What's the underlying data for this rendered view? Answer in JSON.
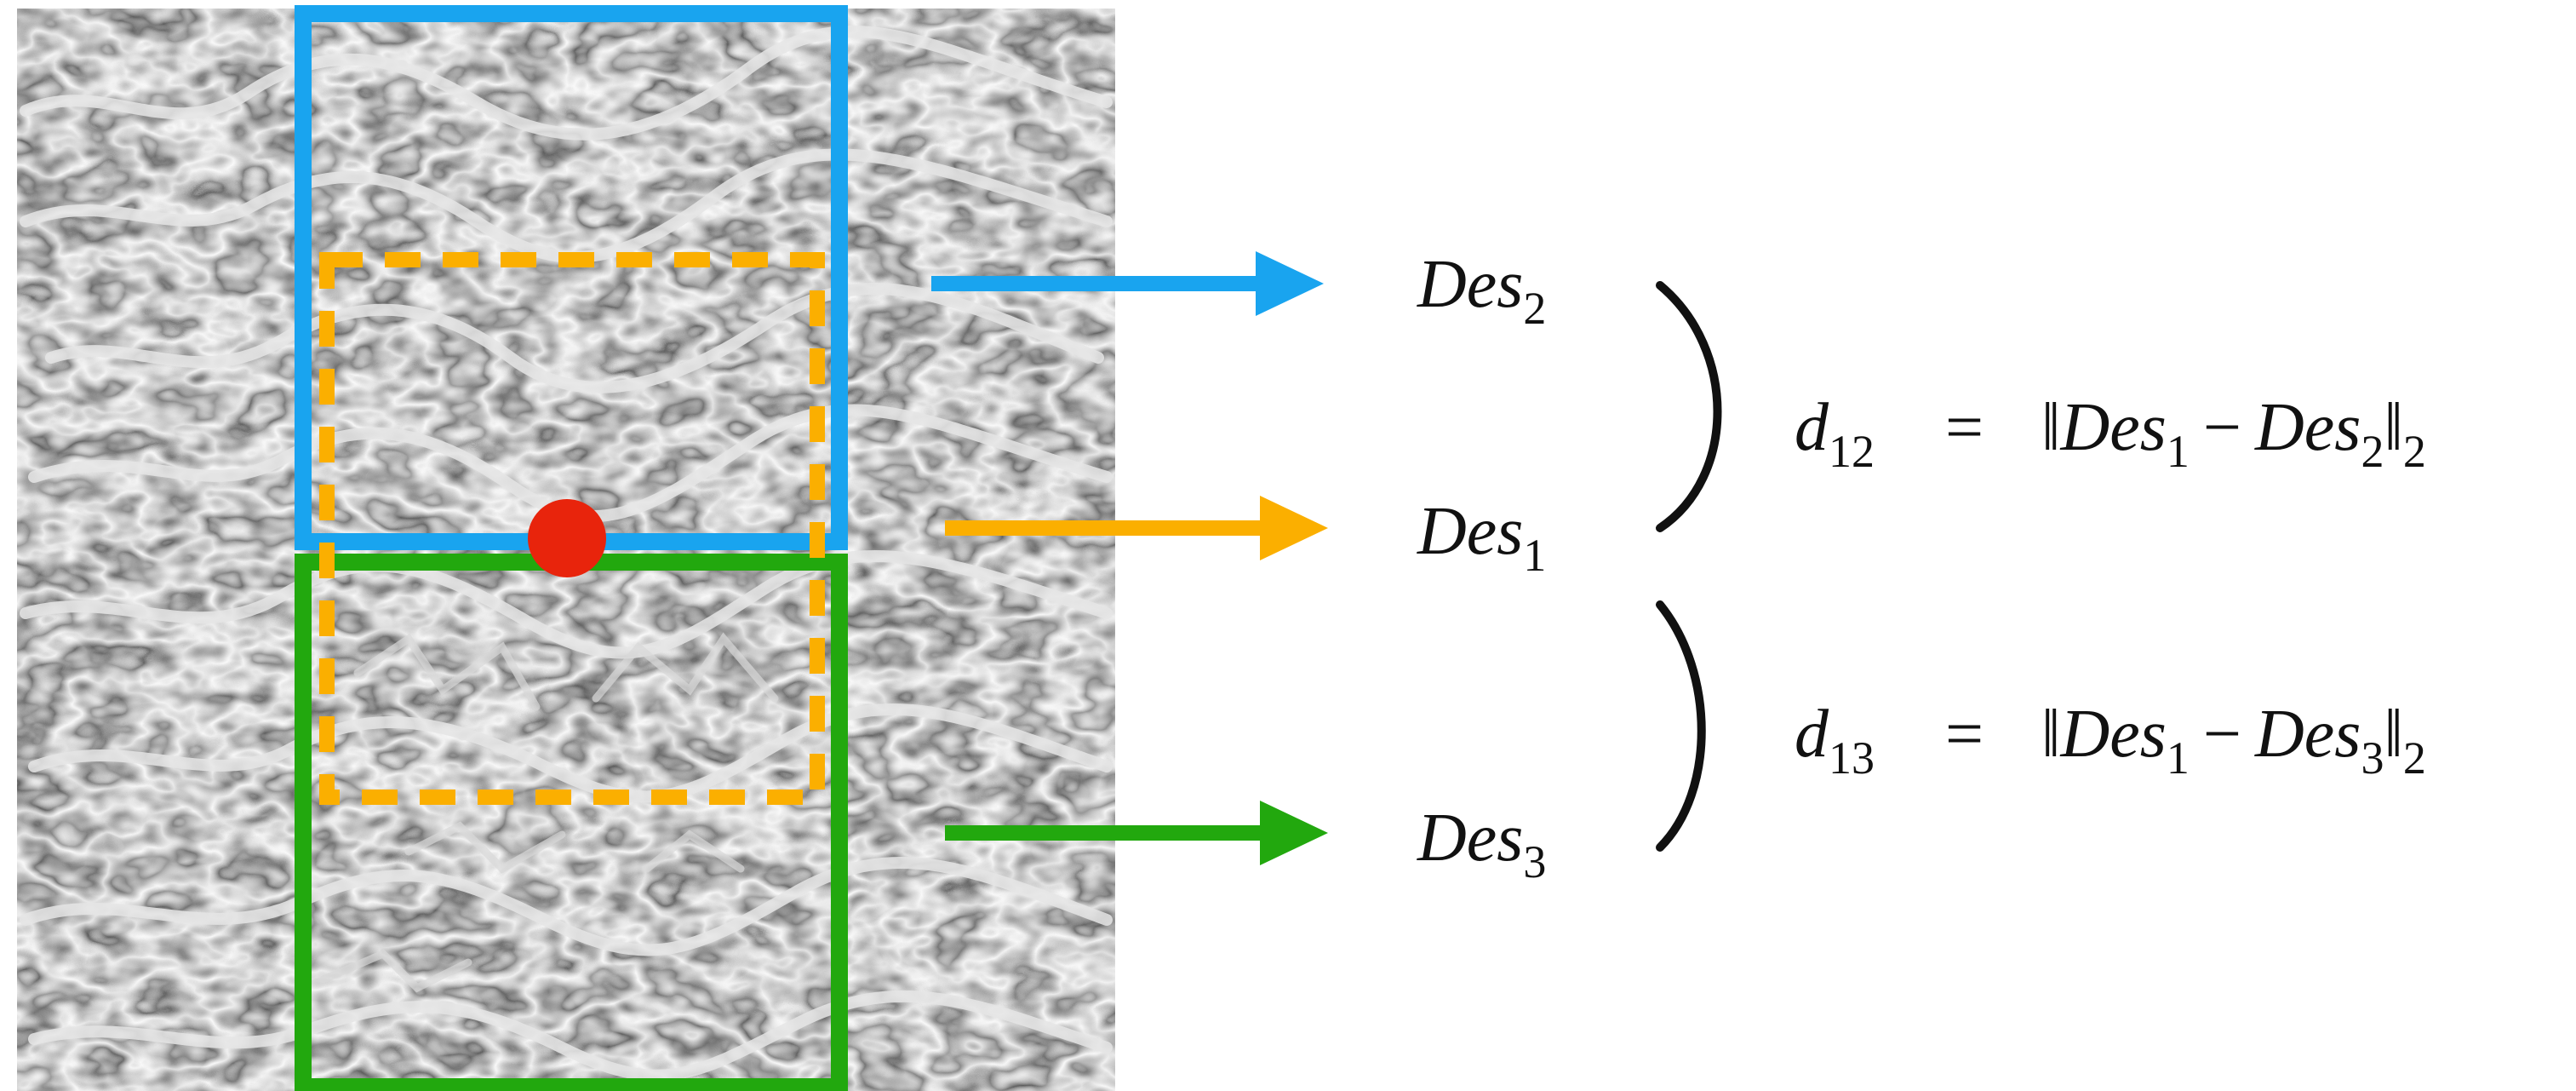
{
  "colors": {
    "blue": "#19a4ef",
    "orange": "#fbaf00",
    "green": "#22a80e",
    "red": "#e8240c",
    "ink": "#111111"
  },
  "descriptors": {
    "des2": {
      "base": "Des",
      "sub": "2"
    },
    "des1": {
      "base": "Des",
      "sub": "1"
    },
    "des3": {
      "base": "Des",
      "sub": "3"
    }
  },
  "equations": {
    "d12": {
      "lhs": "d",
      "lhs_sub": "12",
      "eq": "=",
      "norm_open": "‖",
      "term1": "Des",
      "term1_sub": "1",
      "minus": "−",
      "term2": "Des",
      "term2_sub": "2",
      "norm_close": "‖",
      "norm_sub": "2"
    },
    "d13": {
      "lhs": "d",
      "lhs_sub": "13",
      "eq": "=",
      "norm_open": "‖",
      "term1": "Des",
      "term1_sub": "1",
      "minus": "−",
      "term2": "Des",
      "term2_sub": "3",
      "norm_close": "‖",
      "norm_sub": "2"
    }
  }
}
